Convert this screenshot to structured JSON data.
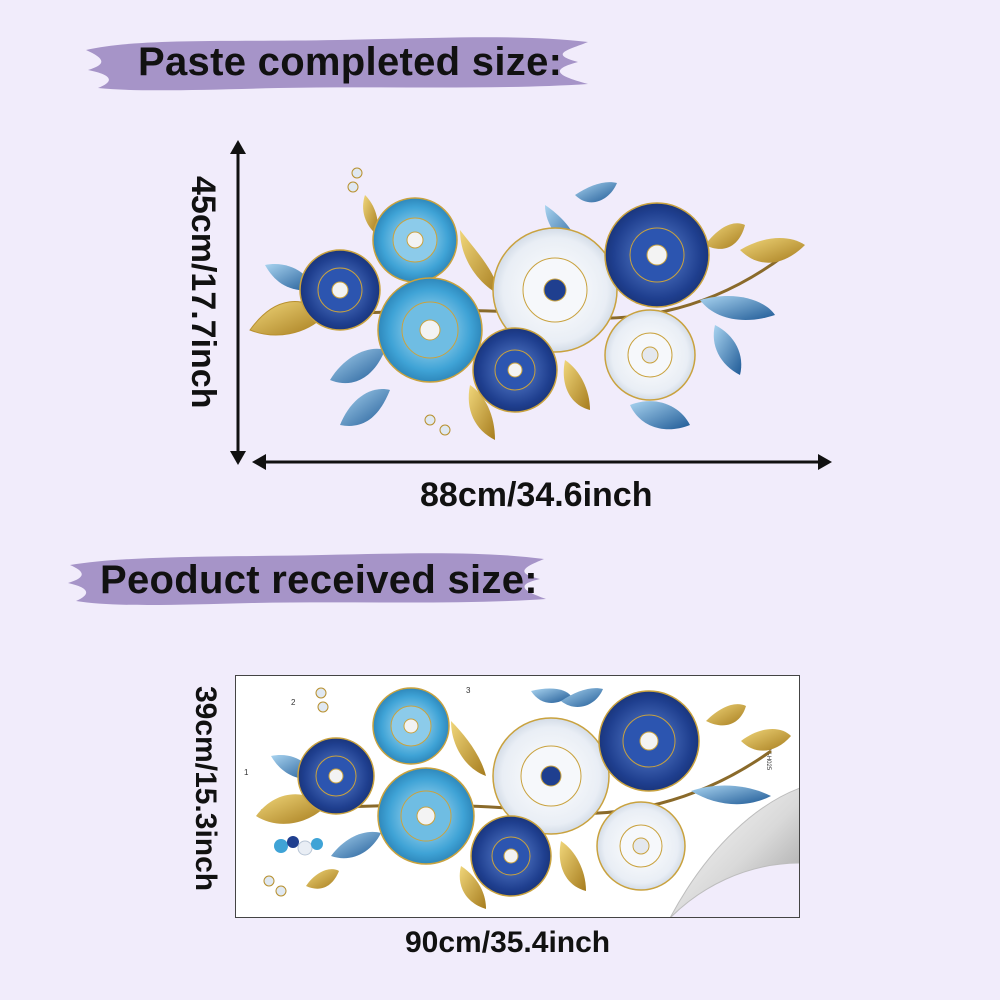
{
  "section_completed": {
    "heading": "Paste completed size:",
    "height_label": "45cm/17.7inch",
    "width_label": "88cm/34.6inch"
  },
  "section_received": {
    "heading": "Peoduct received size:",
    "height_label": "39cm/15.3inch",
    "width_label": "90cm/35.4inch",
    "part_numbers": [
      "1",
      "2",
      "3"
    ],
    "product_code": "HY-H025"
  },
  "colors": {
    "background": "#f1ecfb",
    "brush": "#a694c8",
    "navy_flower": "#1f3f8f",
    "sky_flower": "#3fa3d6",
    "white_flower": "#e9eef5",
    "gold_leaf": "#c9a23e",
    "blue_leaf": "#2f72b0"
  },
  "icons": [
    "double-arrow-vertical",
    "double-arrow-horizontal",
    "flower-bouquet",
    "page-curl"
  ]
}
